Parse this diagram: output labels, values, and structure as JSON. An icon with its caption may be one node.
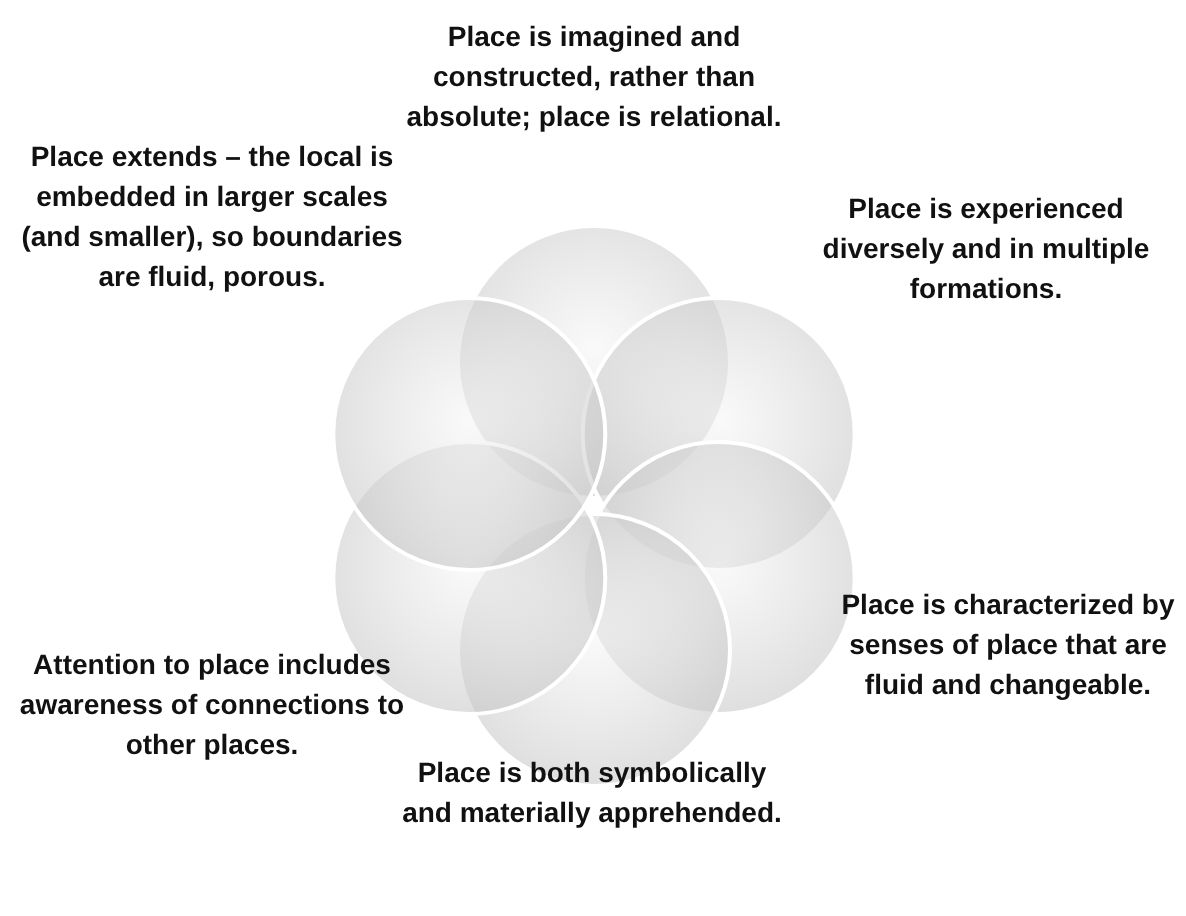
{
  "diagram": {
    "labels": [
      "Place is imagined and constructed, rather than absolute; place is relational.",
      "Place extends – the local is embedded in larger scales (and smaller), so boundaries are fluid, porous.",
      "Place is experienced diversely and in multiple formations.",
      "Place is characterized by senses of place that are fluid and changeable.",
      "Attention to place includes awareness of connections to other places.",
      "Place is both symbolically and materially apprehended."
    ]
  }
}
